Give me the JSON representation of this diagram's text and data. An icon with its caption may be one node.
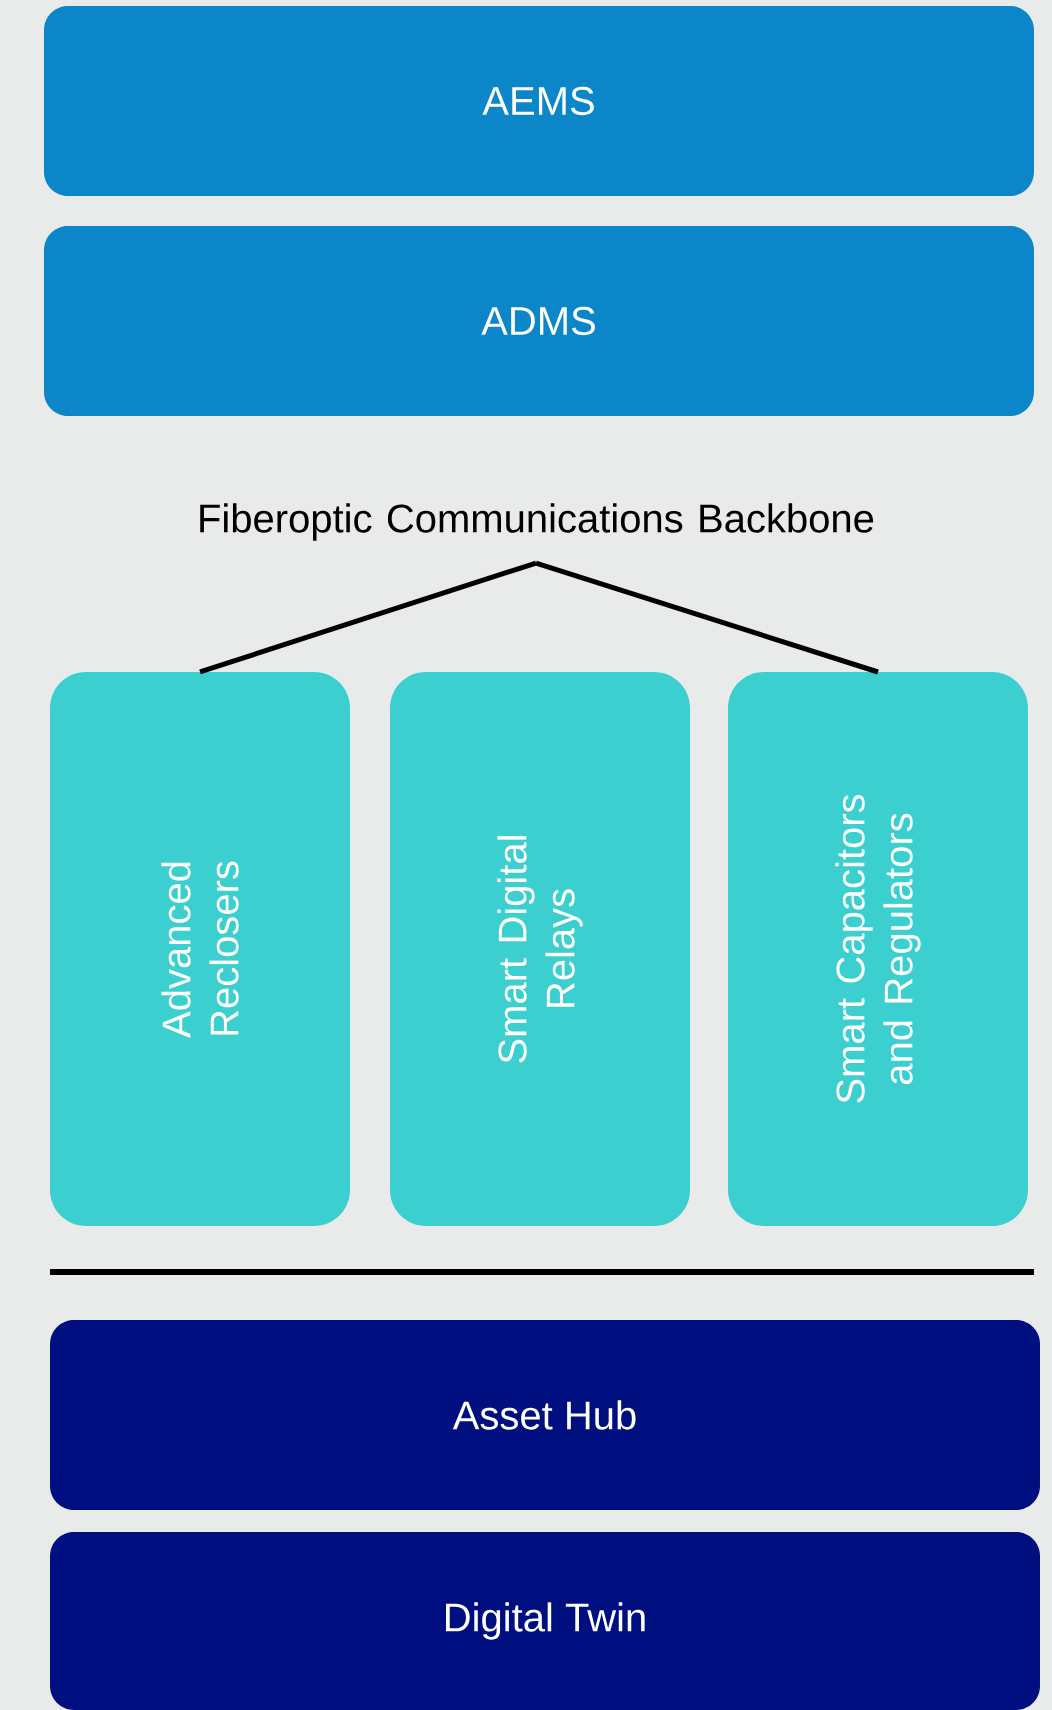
{
  "diagram": {
    "nodes": [
      {
        "text": [
          "AEMS"
        ]
      },
      {
        "text": [
          "ADMS"
        ]
      },
      {
        "text": [
          "Fiberoptic Communications Backbone"
        ]
      },
      {
        "text": [
          "Advanced Reclosers"
        ]
      },
      {
        "text": [
          "Smart Digital Relays"
        ]
      },
      {
        "text": [
          "Smart Capacitors and Regulators"
        ]
      },
      {
        "text": [
          "Asset Hub"
        ]
      },
      {
        "text": [
          "Digital Twin"
        ]
      }
    ],
    "edges": [
      {
        "from": 2,
        "to": 3,
        "arrow": "none"
      },
      {
        "from": 2,
        "to": 5,
        "arrow": "none"
      }
    ]
  }
}
